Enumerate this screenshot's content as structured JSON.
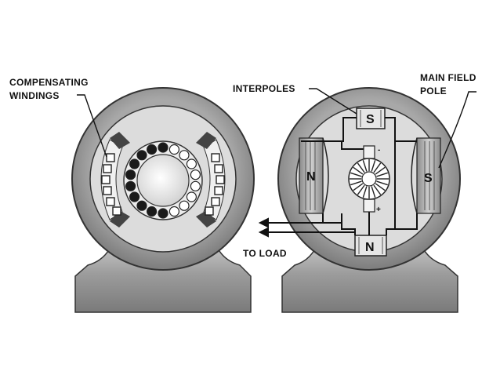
{
  "labels": {
    "compensating_line1": "COMPENSATING",
    "compensating_line2": "WINDINGS",
    "interpoles": "INTERPOLES",
    "main_field_line1": "MAIN FIELD",
    "main_field_line2": "POLE",
    "to_load": "TO LOAD"
  },
  "poles": {
    "interpole_top": "S",
    "interpole_bottom": "N",
    "main_left": "N",
    "main_right": "S"
  },
  "brush_marks": {
    "top": "-",
    "bottom": "+"
  },
  "colors": {
    "housing": "#9a9a9a",
    "housing_dark": "#6f6f6f",
    "base": "#8c8c8c",
    "interior": "#d9d9d9",
    "rotor": "#efefef",
    "coil": "#1a1a1a",
    "line": "#111111"
  }
}
